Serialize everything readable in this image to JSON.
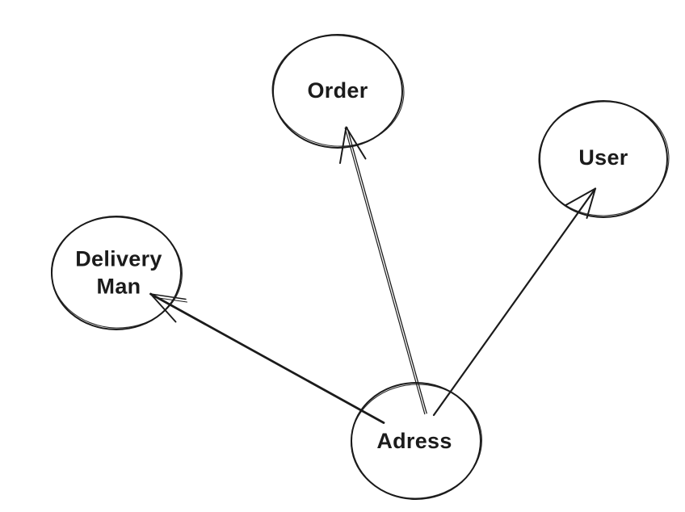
{
  "diagram": {
    "type": "entity-graph-sketch",
    "background_color": "#ffffff",
    "stroke_color": "#1b1b1b",
    "nodes": [
      {
        "id": "order",
        "label": "Order",
        "shape": "ellipse"
      },
      {
        "id": "user",
        "label": "User",
        "shape": "ellipse"
      },
      {
        "id": "delivery-man",
        "label": "Delivery Man",
        "shape": "ellipse"
      },
      {
        "id": "adress",
        "label": "Adress",
        "shape": "ellipse"
      }
    ],
    "edges": [
      {
        "from": "adress",
        "to": "order",
        "arrow_at": "order",
        "line_style": "double"
      },
      {
        "from": "adress",
        "to": "user",
        "arrow_at": "user",
        "line_style": "single"
      },
      {
        "from": "adress",
        "to": "delivery-man",
        "arrow_at": "delivery-man",
        "line_style": "single"
      }
    ]
  }
}
